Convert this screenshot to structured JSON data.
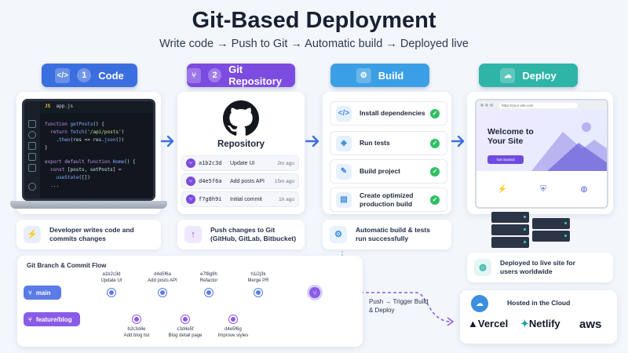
{
  "header": {
    "title": "Git-Based Deployment",
    "subtitle": "Write code → Push to Git → Automatic build → Deployed live"
  },
  "steps": [
    {
      "number": "1",
      "label": "Code",
      "icon": "code-icon",
      "color": "#3b6fe0"
    },
    {
      "number": "2",
      "label": "Git Repository",
      "icon": "git-branch-icon",
      "color": "#7c4ce0"
    },
    {
      "label": "Build",
      "icon": "gear-icon",
      "color": "#3b9fe6"
    },
    {
      "label": "Deploy",
      "icon": "cloud-icon",
      "color": "#2fb5a7"
    }
  ],
  "editor": {
    "tab": "app.js",
    "tab_badge": "JS",
    "lines": [
      "function getPosts() {",
      "  return fetch('/api/posts')",
      "    .then(res => res.json())",
      "}",
      "",
      "export default function Home() {",
      "  const [posts, setPosts] =",
      "    useState([])",
      "  ..."
    ]
  },
  "repo": {
    "title": "Repository",
    "commits": [
      {
        "hash": "a1b2c3d",
        "message": "Update UI",
        "time": "2m ago"
      },
      {
        "hash": "d4e5f6a",
        "message": "Add posts API",
        "time": "15m ago"
      },
      {
        "hash": "f7g8h9i",
        "message": "Initial commit",
        "time": "1h ago"
      }
    ]
  },
  "build": {
    "items": [
      {
        "label": "Install dependencies",
        "icon": "code-icon"
      },
      {
        "label": "Run tests",
        "icon": "cube-icon"
      },
      {
        "label": "Build project",
        "icon": "wrench-icon"
      },
      {
        "label": "Create optimized production build",
        "icon": "document-icon"
      }
    ]
  },
  "site": {
    "url": "https://your-site.com",
    "hero_title": "Welcome to Your Site",
    "hero_button": "Get Started"
  },
  "descriptions": {
    "code": "Developer writes code and commits changes",
    "repo": "Push changes to Git (GitHub, GitLab, Bitbucket)",
    "build": "Automatic build & tests run successfully",
    "deploy": "Deployed to live site for users worldwide"
  },
  "flow": {
    "title": "Git Branch & Commit Flow",
    "main_branch": "main",
    "feature_branch": "feature/blog",
    "main_commits": [
      {
        "hash": "a1b2c3d",
        "message": "Update UI"
      },
      {
        "hash": "d4e5f6a",
        "message": "Add posts API"
      },
      {
        "hash": "e7f8g9h",
        "message": "Refactor"
      },
      {
        "hash": "h1i2j3k",
        "message": "Merge PR"
      }
    ],
    "feature_commits": [
      {
        "hash": "b2c3d4e",
        "message": "Add blog list"
      },
      {
        "hash": "c3d4e5f",
        "message": "Blog detail page"
      },
      {
        "hash": "d4e5f6g",
        "message": "Improve styles"
      }
    ],
    "trigger": "Push → Trigger Build & Deploy",
    "main_color": "#5b7be6",
    "feature_color": "#8a5be6"
  },
  "hosting": {
    "title": "Hosted in the Cloud",
    "vendors": [
      "Vercel",
      "Netlify",
      "aws"
    ]
  }
}
